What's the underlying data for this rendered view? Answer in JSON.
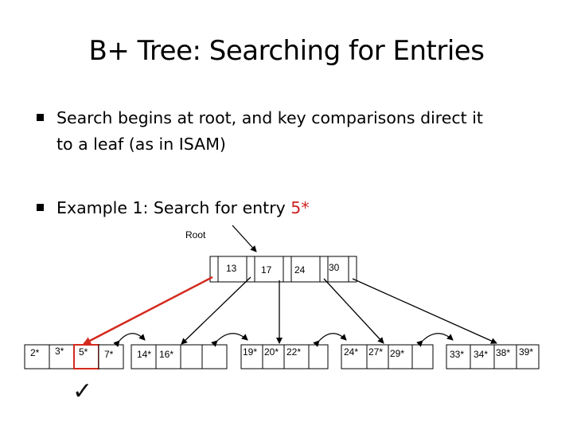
{
  "slide": {
    "title": "B+ Tree: Searching for Entries",
    "bullets": [
      {
        "line1": "Search begins at root, and key comparisons direct it",
        "line2": "to a leaf (as in ISAM)"
      },
      {
        "text": "Example 1: Search for entry ",
        "highlight": "5*"
      }
    ]
  },
  "diagram": {
    "root_label": "Root",
    "root_keys": [
      "13",
      "17",
      "24",
      "30"
    ],
    "leaves": [
      [
        "2*",
        "3*",
        "5*",
        "7*"
      ],
      [
        "14*",
        "16*",
        "",
        ""
      ],
      [
        "19*",
        "20*",
        "22*",
        ""
      ],
      [
        "24*",
        "27*",
        "29*",
        ""
      ],
      [
        "33*",
        "34*",
        "38*",
        "39*"
      ]
    ],
    "found_entry": "5*",
    "found_mark": "✓",
    "colors": {
      "search_path": "#d42a1e",
      "found_box": "#d42a1e",
      "lines": "#000000"
    }
  }
}
